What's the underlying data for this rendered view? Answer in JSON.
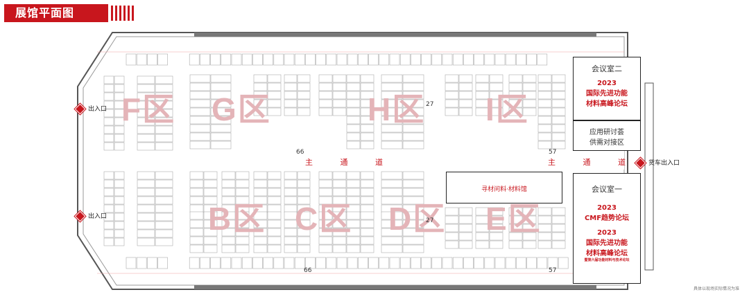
{
  "header": {
    "title": "展馆平面图"
  },
  "zones": [
    "F区",
    "G区",
    "H区",
    "I区",
    "B区",
    "C区",
    "D区",
    "E区"
  ],
  "aisles": {
    "top": "主 通 道",
    "right": "主 通 道"
  },
  "entrances": {
    "left_top": "出入口",
    "left_bottom": "出入口",
    "right": "货车出入口"
  },
  "rooms": {
    "meeting2": {
      "title": "会议室二",
      "line1": "2023",
      "line2": "国际先进功能",
      "line3": "材料高峰论坛"
    },
    "reception": {
      "line1": "应用研讨荟",
      "line2": "供需对接区"
    },
    "center": {
      "label": "寻材问料·材料馆"
    },
    "meeting1": {
      "title": "会议室一",
      "line1": "2023",
      "line2": "CMF趋势论坛",
      "line3": "2023",
      "line4": "国际先进功能",
      "line5": "材料高峰论坛",
      "line6": "暨第六届功能材料与技术论坛"
    }
  },
  "aisle_numbers": [
    "66",
    "27",
    "57",
    "66",
    "57",
    "27"
  ],
  "footnote": "具体以现场实际情况为准",
  "colors": {
    "accent": "#c8161d",
    "zone": "#e4b4b8"
  }
}
